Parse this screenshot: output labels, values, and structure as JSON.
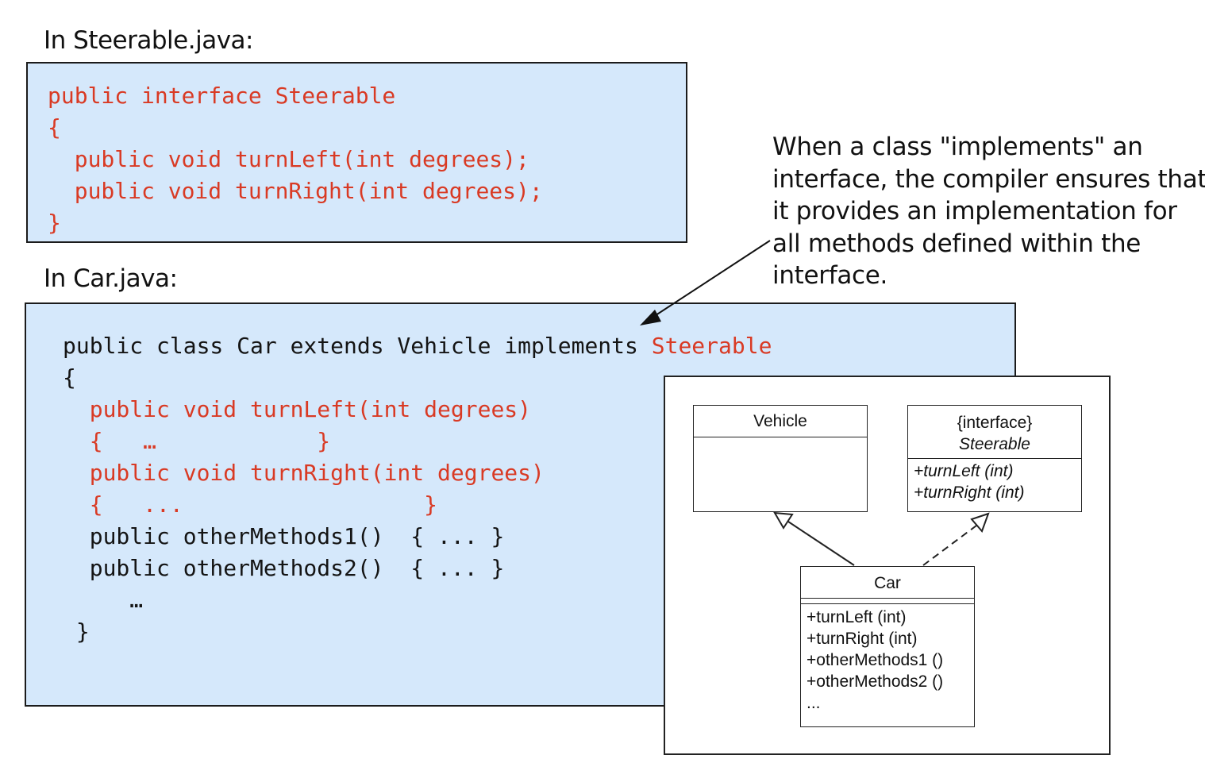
{
  "labels": {
    "steerable_file": "In Steerable.java:",
    "car_file": "In Car.java:"
  },
  "steerable_code": [
    [
      {
        "t": "public interface Steerable",
        "c": "red"
      }
    ],
    [
      {
        "t": "{",
        "c": "red"
      }
    ],
    [
      {
        "t": "  public void turnLeft(int degrees);",
        "c": "red"
      }
    ],
    [
      {
        "t": "  public void turnRight(int degrees);",
        "c": "red"
      }
    ],
    [
      {
        "t": "}",
        "c": "red"
      }
    ]
  ],
  "car_code": [
    [
      {
        "t": "public class Car extends Vehicle implements ",
        "c": "blk"
      },
      {
        "t": "Steerable",
        "c": "red"
      }
    ],
    [
      {
        "t": "{",
        "c": "blk"
      }
    ],
    [
      {
        "t": "  public void turnLeft(int degrees)",
        "c": "red"
      }
    ],
    [
      {
        "t": "  {   …            }",
        "c": "red"
      }
    ],
    [
      {
        "t": "  public void turnRight(int degrees)",
        "c": "red"
      }
    ],
    [
      {
        "t": "  {   ...                  }",
        "c": "red"
      }
    ],
    [
      {
        "t": "  public otherMethods1()  { ... }",
        "c": "blk"
      }
    ],
    [
      {
        "t": "  public otherMethods2()  { ... }",
        "c": "blk"
      }
    ],
    [
      {
        "t": "     …",
        "c": "blk"
      }
    ],
    [
      {
        "t": " }",
        "c": "blk"
      }
    ]
  ],
  "note_lines": [
    "When a class \"implements\" an",
    "interface, the compiler ensures that",
    "it provides an implementation for",
    "all methods defined within the",
    "interface."
  ],
  "uml": {
    "vehicle": {
      "name": "Vehicle"
    },
    "steerable": {
      "stereotype": "{interface}",
      "name": "Steerable",
      "methods": [
        "+turnLeft (int)",
        "+turnRight (int)"
      ]
    },
    "car": {
      "name": "Car",
      "methods": [
        "+turnLeft (int)",
        "+turnRight (int)",
        "+otherMethods1 ()",
        "+otherMethods2 ()",
        "..."
      ]
    }
  },
  "colors": {
    "code_bg": "#d5e8fb",
    "keyword_red": "#d93a24",
    "text": "#111111"
  }
}
